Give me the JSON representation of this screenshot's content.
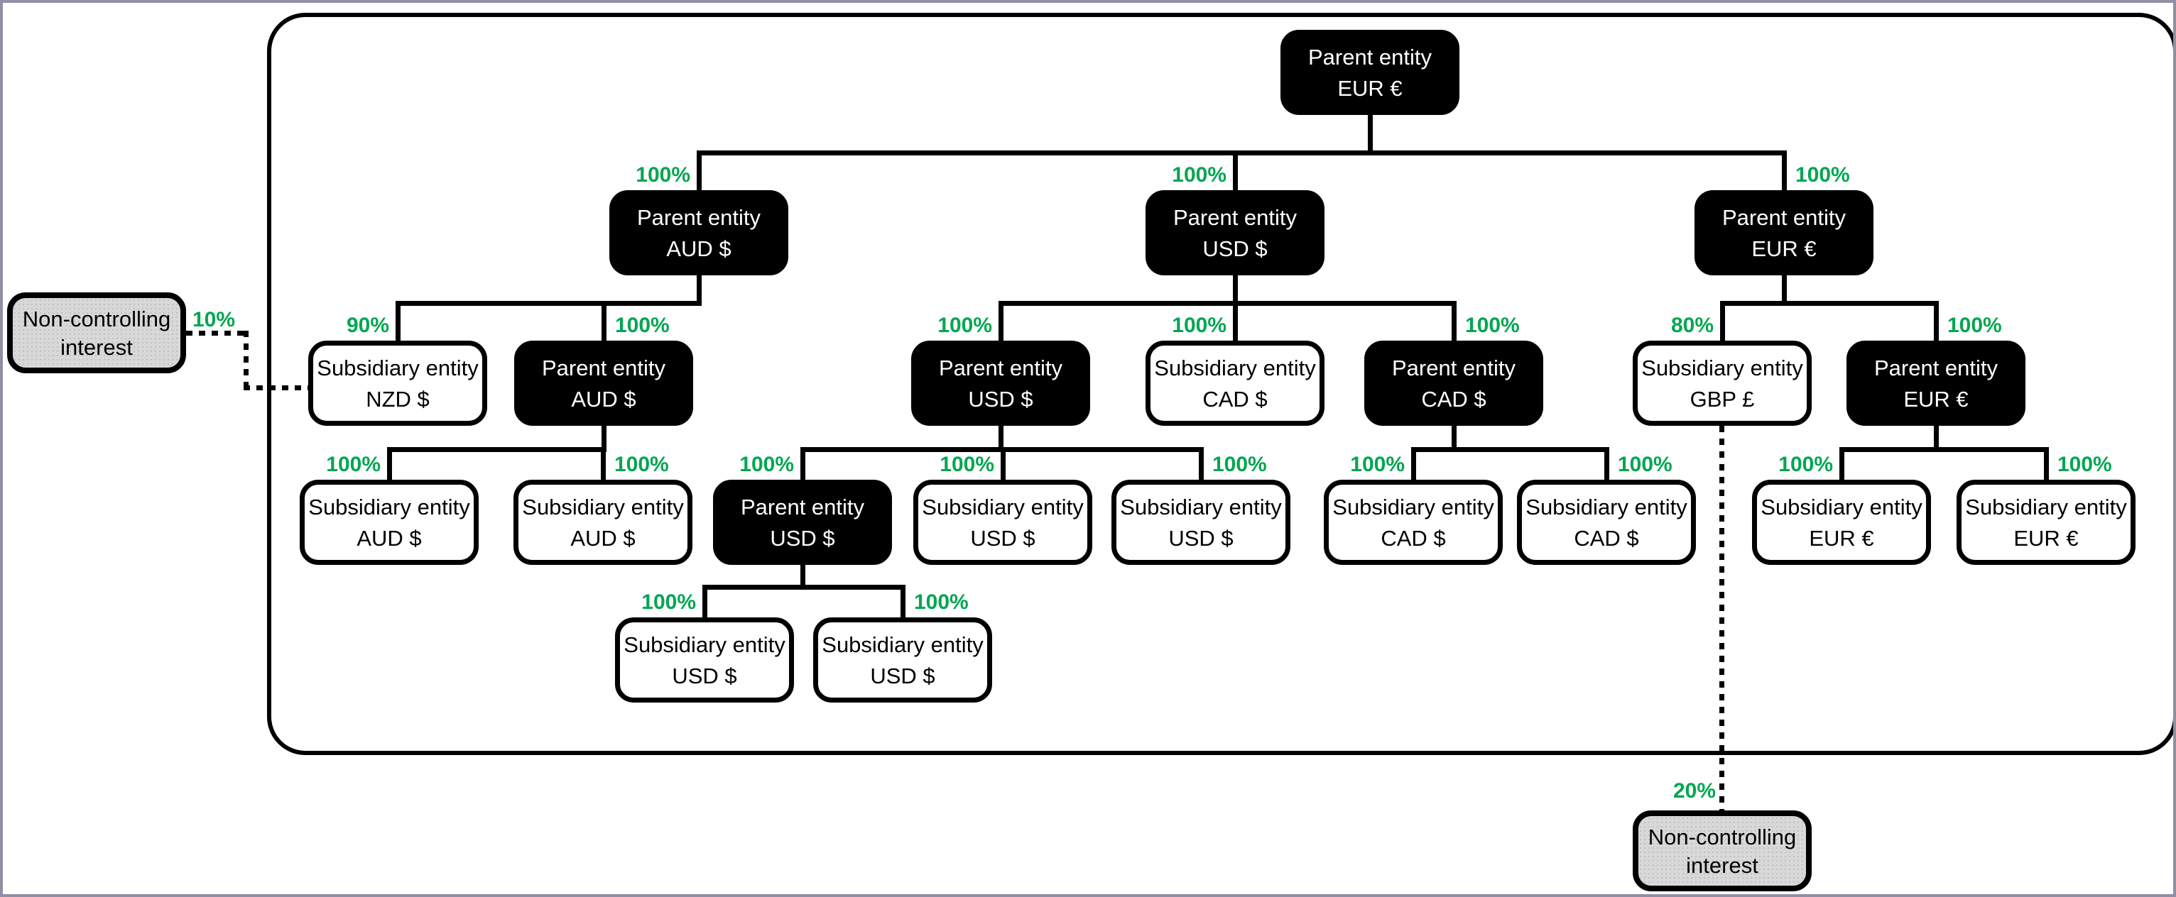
{
  "diagram": {
    "description": "Group structure chart",
    "colors": {
      "ownership_green": "#00a651",
      "parent_fill": "#000000",
      "parent_text": "#ffffff",
      "subsidiary_fill": "#ffffff",
      "subsidiary_text": "#000000",
      "nci_fill": "#d8d8d8",
      "line": "#000000",
      "frame_border": "#918fa6"
    },
    "nodes": [
      {
        "id": "root",
        "type": "parent",
        "name": "Parent entity",
        "currency": "EUR €",
        "ownership": null,
        "owner": null
      },
      {
        "id": "aud1",
        "type": "parent",
        "name": "Parent entity",
        "currency": "AUD $",
        "ownership": "100%",
        "owner": "root"
      },
      {
        "id": "usd2",
        "type": "parent",
        "name": "Parent entity",
        "currency": "USD $",
        "ownership": "100%",
        "owner": "root"
      },
      {
        "id": "eur2",
        "type": "parent",
        "name": "Parent entity",
        "currency": "EUR €",
        "ownership": "100%",
        "owner": "root"
      },
      {
        "id": "nzd",
        "type": "subsidiary",
        "name": "Subsidiary entity",
        "currency": "NZD $",
        "ownership": "90%",
        "owner": "aud1"
      },
      {
        "id": "aud2",
        "type": "parent",
        "name": "Parent entity",
        "currency": "AUD $",
        "ownership": "100%",
        "owner": "aud1"
      },
      {
        "id": "usd3",
        "type": "parent",
        "name": "Parent entity",
        "currency": "USD $",
        "ownership": "100%",
        "owner": "usd2"
      },
      {
        "id": "cad_sub",
        "type": "subsidiary",
        "name": "Subsidiary entity",
        "currency": "CAD $",
        "ownership": "100%",
        "owner": "usd2"
      },
      {
        "id": "cad_par",
        "type": "parent",
        "name": "Parent entity",
        "currency": "CAD $",
        "ownership": "100%",
        "owner": "usd2"
      },
      {
        "id": "gbp",
        "type": "subsidiary",
        "name": "Subsidiary entity",
        "currency": "GBP £",
        "ownership": "80%",
        "owner": "eur2"
      },
      {
        "id": "eur3",
        "type": "parent",
        "name": "Parent entity",
        "currency": "EUR €",
        "ownership": "100%",
        "owner": "eur2"
      },
      {
        "id": "aud_s1",
        "type": "subsidiary",
        "name": "Subsidiary entity",
        "currency": "AUD $",
        "ownership": "100%",
        "owner": "aud2"
      },
      {
        "id": "aud_s2",
        "type": "subsidiary",
        "name": "Subsidiary entity",
        "currency": "AUD $",
        "ownership": "100%",
        "owner": "aud2"
      },
      {
        "id": "usd4",
        "type": "parent",
        "name": "Parent entity",
        "currency": "USD $",
        "ownership": "100%",
        "owner": "usd3"
      },
      {
        "id": "usd_s1",
        "type": "subsidiary",
        "name": "Subsidiary entity",
        "currency": "USD $",
        "ownership": "100%",
        "owner": "usd3"
      },
      {
        "id": "usd_s2",
        "type": "subsidiary",
        "name": "Subsidiary entity",
        "currency": "USD $",
        "ownership": "100%",
        "owner": "usd3"
      },
      {
        "id": "cad_s1",
        "type": "subsidiary",
        "name": "Subsidiary entity",
        "currency": "CAD $",
        "ownership": "100%",
        "owner": "cad_par"
      },
      {
        "id": "cad_s2",
        "type": "subsidiary",
        "name": "Subsidiary entity",
        "currency": "CAD $",
        "ownership": "100%",
        "owner": "cad_par"
      },
      {
        "id": "eur_s1",
        "type": "subsidiary",
        "name": "Subsidiary entity",
        "currency": "EUR €",
        "ownership": "100%",
        "owner": "eur3"
      },
      {
        "id": "eur_s2",
        "type": "subsidiary",
        "name": "Subsidiary entity",
        "currency": "EUR €",
        "ownership": "100%",
        "owner": "eur3"
      },
      {
        "id": "usd5a",
        "type": "subsidiary",
        "name": "Subsidiary entity",
        "currency": "USD $",
        "ownership": "100%",
        "owner": "usd4"
      },
      {
        "id": "usd5b",
        "type": "subsidiary",
        "name": "Subsidiary entity",
        "currency": "USD $",
        "ownership": "100%",
        "owner": "usd4"
      }
    ],
    "nci": [
      {
        "id": "nci_left",
        "line1": "Non-controlling",
        "line2": "interest",
        "ownership": "10%",
        "linked_to": "nzd"
      },
      {
        "id": "nci_bottom",
        "line1": "Non-controlling",
        "line2": "interest",
        "ownership": "20%",
        "linked_to": "gbp"
      }
    ]
  }
}
